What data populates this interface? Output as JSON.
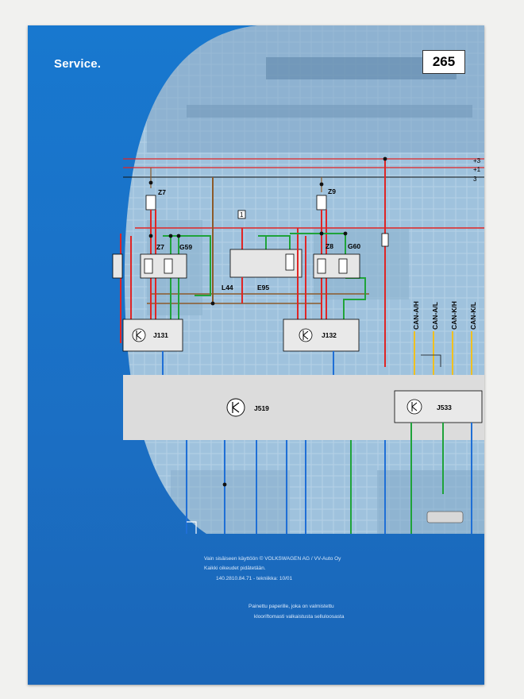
{
  "header": {
    "brand_text": "Service.",
    "page_number": "265"
  },
  "diagram": {
    "rail_labels": [
      "+3",
      "+1",
      "3"
    ],
    "fuse_labels": [
      "Z7",
      "Z7",
      "Z9",
      "Z8"
    ],
    "sensor_labels": [
      "G59",
      "G60"
    ],
    "component_labels": [
      "L44",
      "E95"
    ],
    "marker_label": "1",
    "control_units": [
      "J131",
      "J132",
      "J519",
      "J533"
    ],
    "can_labels": [
      "CAN-A/H",
      "CAN-A/L",
      "CAN-K/H",
      "CAN-K/L"
    ]
  },
  "footer": {
    "copyright": "Vain sisäiseen käyttöön © VOLKSWAGEN AG / VV-Auto Oy",
    "rights": "Kaikki oikeudet pidätetään.",
    "part_number": "140.2810.84.71 - tekniikka: 10/01",
    "paper_note_1": "Painettu paperille, joka on valmistettu",
    "paper_note_2": "klooriftomasti valkaistusta selluloosasta"
  },
  "colors": {
    "cover_blue": "#1b72c8",
    "photo_tint": "#9cc0dc",
    "wire_red": "#e02525",
    "wire_green": "#1fa33a",
    "wire_brown": "#8b5a2b",
    "wire_blue": "#1f6fd6",
    "wire_yellow": "#f0c020"
  }
}
